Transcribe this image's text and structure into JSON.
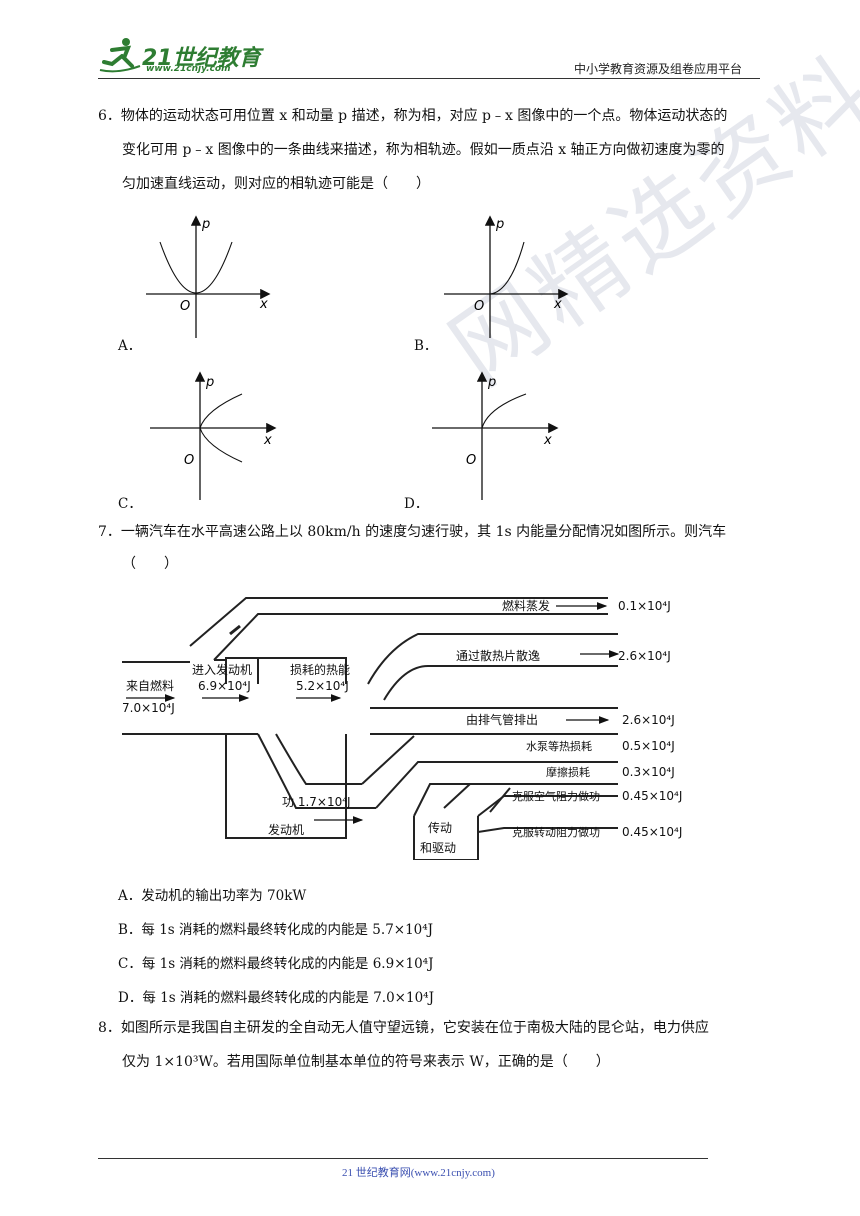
{
  "header": {
    "logo_text": "21世纪教育",
    "logo_url": "www.21cnjy.com",
    "platform": "中小学教育资源及组卷应用平台"
  },
  "watermark": "网精选资料",
  "q6": {
    "line1": "6．物体的运动状态可用位置 x 和动量 p 描述，称为相，对应 p﹣x 图像中的一个点。物体运动状态的",
    "line2": "变化可用 p﹣x 图像中的一条曲线来描述，称为相轨迹。假如一质点沿 x 轴正方向做初速度为零的",
    "line3": "匀加速直线运动，则对应的相轨迹可能是（　　）",
    "axis_p": "p",
    "axis_x": "x",
    "origin": "O",
    "options": [
      "A．",
      "B．",
      "C．",
      "D．"
    ]
  },
  "q7": {
    "line1": "7．一辆汽车在水平高速公路上以 80km/h 的速度匀速行驶，其 1s 内能量分配情况如图所示。则汽车",
    "line2": "（　　）",
    "diagram": {
      "fuel_evap": "燃料蒸发",
      "fuel_evap_val": "0.1×10⁴J",
      "radiator": "通过散热片散逸",
      "radiator_val": "2.6×10⁴J",
      "from_fuel": "来自燃料",
      "from_fuel_val": "7.0×10⁴J",
      "into_engine": "进入发动机",
      "into_engine_val": "6.9×10⁴J",
      "heat_loss": "损耗的热能",
      "heat_loss_val": "5.2×10⁴J",
      "exhaust": "由排气管排出",
      "exhaust_val": "2.6×10⁴J",
      "pump": "水泵等热损耗",
      "pump_val": "0.5×10⁴J",
      "friction": "摩擦损耗",
      "friction_val": "0.3×10⁴J",
      "air": "克服空气阻力做功",
      "air_val": "0.45×10⁴J",
      "rolling": "克服转动阻力做功",
      "rolling_val": "0.45×10⁴J",
      "work": "功 1.7×10⁴J",
      "engine": "发动机",
      "transmission_1": "传动",
      "transmission_2": "和驱动"
    },
    "options": [
      "A．发动机的输出功率为 70kW",
      "B．每 1s 消耗的燃料最终转化成的内能是 5.7×10⁴J",
      "C．每 1s 消耗的燃料最终转化成的内能是 6.9×10⁴J",
      "D．每 1s 消耗的燃料最终转化成的内能是 7.0×10⁴J"
    ]
  },
  "q8": {
    "line1": "8．如图所示是我国自主研发的全自动无人值守望远镜，它安装在位于南极大陆的昆仑站，电力供应",
    "line2": "仅为 1×10³W。若用国际单位制基本单位的符号来表示 W，正确的是（　　）"
  },
  "footer": "21 世纪教育网(www.21cnjy.com)"
}
